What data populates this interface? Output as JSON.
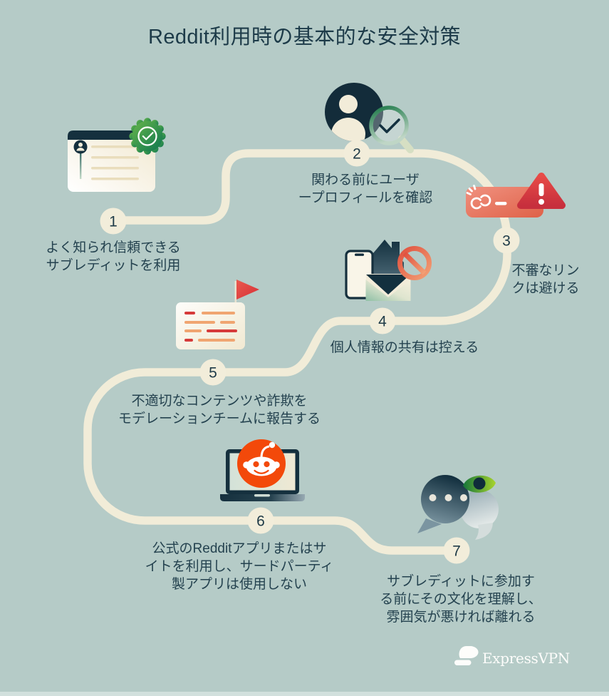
{
  "title": "Reddit利用時の基本的な安全対策",
  "steps": [
    {
      "num": "1",
      "label": "よく知られ信頼できる\nサブレディットを利用",
      "icon": "verified-browser-window"
    },
    {
      "num": "2",
      "label": "関わる前にユーザ\nープロフィールを確認",
      "icon": "profile-magnifier-check"
    },
    {
      "num": "3",
      "label": "不審なリン\nクは避ける",
      "icon": "broken-link-warning"
    },
    {
      "num": "4",
      "label": "個人情報の共有は控える",
      "icon": "phone-house-envelope-blocked"
    },
    {
      "num": "5",
      "label": "不適切なコンテンツや詐欺を\nモデレーションチームに報告する",
      "icon": "report-flag-document"
    },
    {
      "num": "6",
      "label": "公式のRedditアプリまたはサ\nイトを利用し、サードパーティ\n製アプリは使用しない",
      "icon": "reddit-laptop"
    },
    {
      "num": "7",
      "label": "サブレディットに参加す\nる前にその文化を理解し、\n雰囲気が悪ければ離れる",
      "icon": "chat-bubbles-eye"
    }
  ],
  "footer": {
    "brand": "ExpressVPN"
  },
  "colors": {
    "background": "#b5cbc7",
    "path": "#f1ecd8",
    "ink": "#1d3b49",
    "badge_green": "#0b7a52",
    "alert_red": "#d93a3c",
    "reddit_orange": "#f3490a"
  }
}
